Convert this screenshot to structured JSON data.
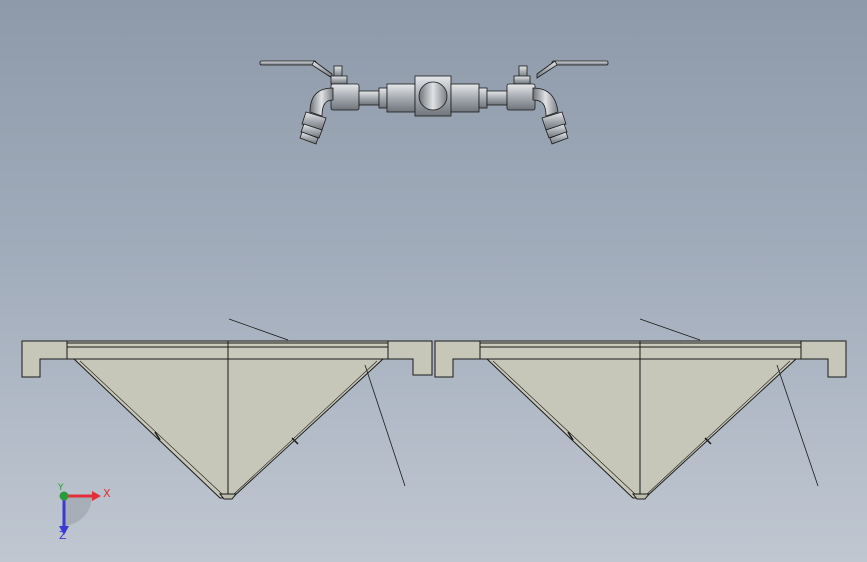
{
  "viewport": {
    "background_top": "#8e9aa9",
    "background_bottom": "#c0c7d1"
  },
  "model": {
    "part_color": "#c7c7b9",
    "edge_color": "#1a1a1a",
    "metal_color": "#b4b8bd"
  },
  "triad": {
    "x_label": "X",
    "y_label": "Y",
    "z_label": "Z",
    "x_color": "#e2303a",
    "y_color": "#2a9a3a",
    "z_color": "#3a3ad0"
  }
}
